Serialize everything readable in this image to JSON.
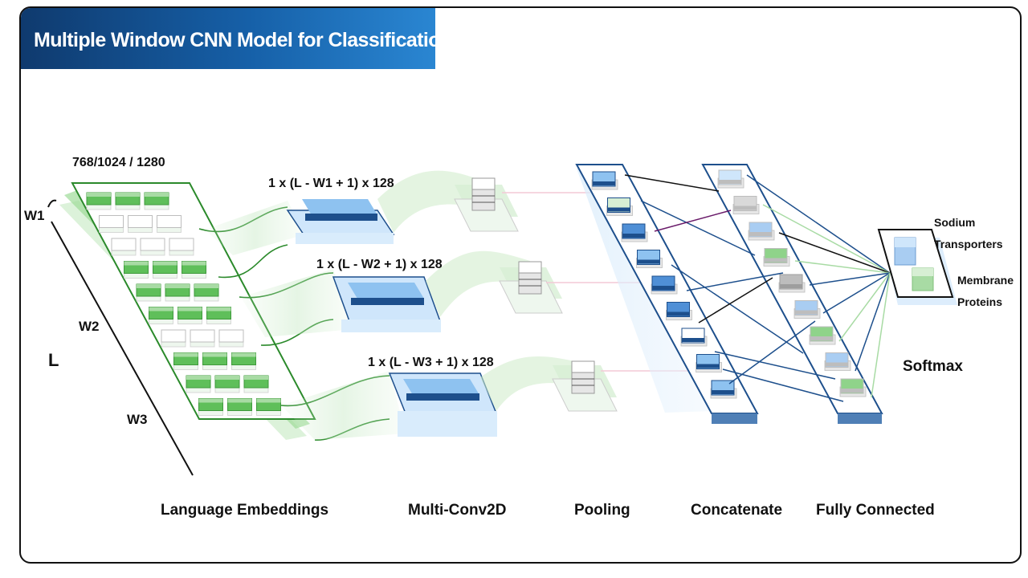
{
  "title": "Multiple Window CNN Model for Classification",
  "embedding": {
    "dims": "768/1024 / 1280",
    "windows": [
      "W1",
      "W2",
      "W3"
    ],
    "length": "L"
  },
  "conv_shapes": [
    "1 x (L - W1 + 1) x 128",
    "1 x (L - W2 + 1) x 128",
    "1 x (L - W3 + 1) x 128"
  ],
  "output": {
    "classes": [
      "Sodium",
      "Transporters",
      "Membrane",
      "Proteins"
    ],
    "activation": "Softmax"
  },
  "stages": [
    "Language Embeddings",
    "Multi-Conv2D",
    "Pooling",
    "Concatenate",
    "Fully Connected"
  ],
  "colors": {
    "title_start": "#0f3a6e",
    "title_end": "#2a86d2",
    "green": "#5fbf5a",
    "light_green": "#bfe8bc",
    "blue": "#4f8fd6",
    "dark_blue": "#1d4f8c",
    "light_blue": "#cfe6fb"
  }
}
